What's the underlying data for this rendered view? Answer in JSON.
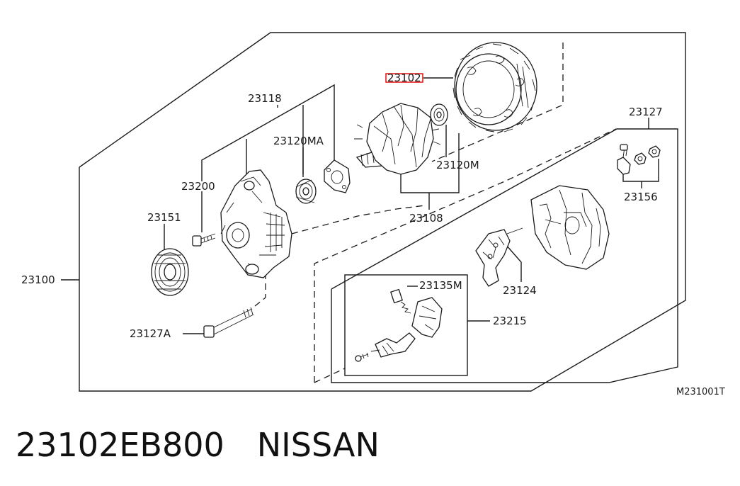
{
  "diagram": {
    "labels": {
      "p23100": "23100",
      "p23102": "23102",
      "p23118": "23118",
      "p23120ma": "23120MA",
      "p23200": "23200",
      "p23151": "23151",
      "p23127a": "23127A",
      "p23120m": "23120M",
      "p23108": "23108",
      "p23127": "23127",
      "p23156": "23156",
      "p23124": "23124",
      "p23135m": "23135M",
      "p23215": "23215"
    },
    "highlight_color": "#e00000",
    "diagram_code": "M231001T"
  },
  "caption": {
    "part_number": "23102EB800",
    "brand": "NISSAN"
  }
}
